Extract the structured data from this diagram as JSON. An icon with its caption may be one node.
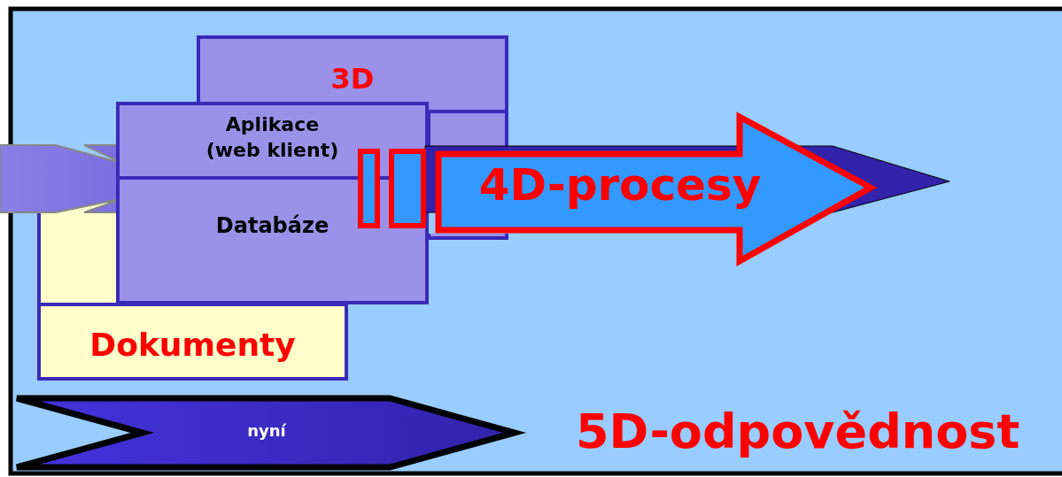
{
  "diagram": {
    "nodes": [
      {
        "text": [
          "3D"
        ]
      },
      {
        "text": [
          "Dokumenty"
        ]
      },
      {
        "text": [
          "Aplikace (web klient)"
        ]
      },
      {
        "text": [
          "Databáze"
        ]
      },
      {
        "text": [
          "4D-procesy"
        ]
      },
      {
        "text": [
          "nyní"
        ]
      },
      {
        "text": [],
        "shape": "box"
      },
      {
        "text": [],
        "shape": "box"
      },
      {
        "text": [],
        "shape": "box"
      }
    ],
    "labels": [
      "5D-odpovědnost"
    ]
  }
}
